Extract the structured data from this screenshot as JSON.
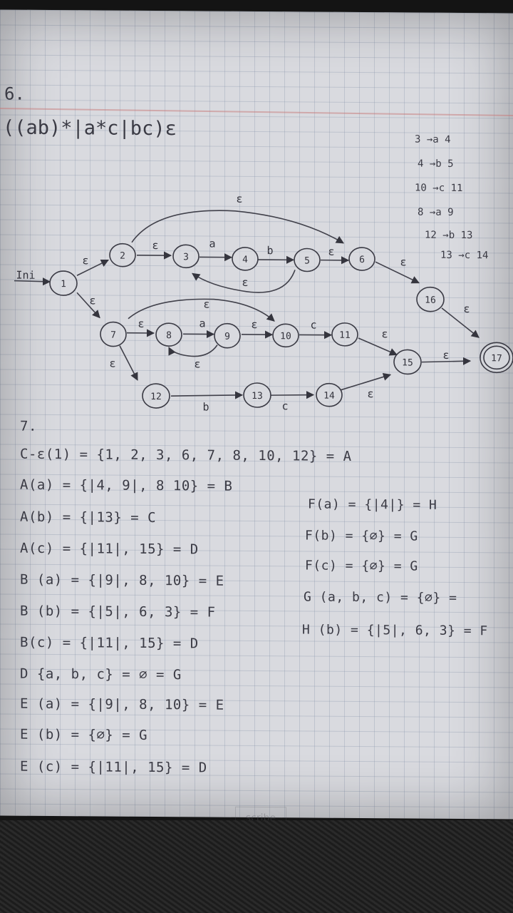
{
  "problem_number": "6.",
  "regex": "((ab)*|a*c|bc)ε",
  "transitions_note": [
    "3 →a 4",
    "4 →b 5",
    "10 →c 11",
    "8 →a 9",
    "12 →b 13",
    "13 →c 14"
  ],
  "start_label": "Ini",
  "states": [
    "1",
    "2",
    "3",
    "4",
    "5",
    "6",
    "7",
    "8",
    "9",
    "10",
    "11",
    "12",
    "13",
    "14",
    "15",
    "16",
    "17"
  ],
  "edge_labels": {
    "eps": "ε",
    "a": "a",
    "b": "b",
    "c": "c"
  },
  "section_number": "7.",
  "closure_lines": [
    "C-ε(1) = {1, 2, 3, 6, 7, 8, 10, 12} = A",
    "A(a) = {|4, 9|, 8 10} = B",
    "A(b) = {|13} = C",
    "A(c) = {|11|, 15} = D",
    "B (a) = {|9|, 8, 10} = E",
    "B (b) = {|5|, 6, 3} = F",
    "B(c) = {|11|, 15} = D",
    "D {a, b, c} = ∅ = G",
    "E (a) = {|9|, 8, 10} = E",
    "E (b) = {∅} = G",
    "E (c) = {|11|, 15} = D"
  ],
  "closure_lines_right": [
    "F(a) = {|4|} = H",
    "F(b) = {∅} = G",
    "F(c) = {∅} = G",
    "G (a, b, c) = {∅} =",
    "H (b) = {|5|, 6, 3} = F"
  ],
  "notebook_stamp": "scribe"
}
